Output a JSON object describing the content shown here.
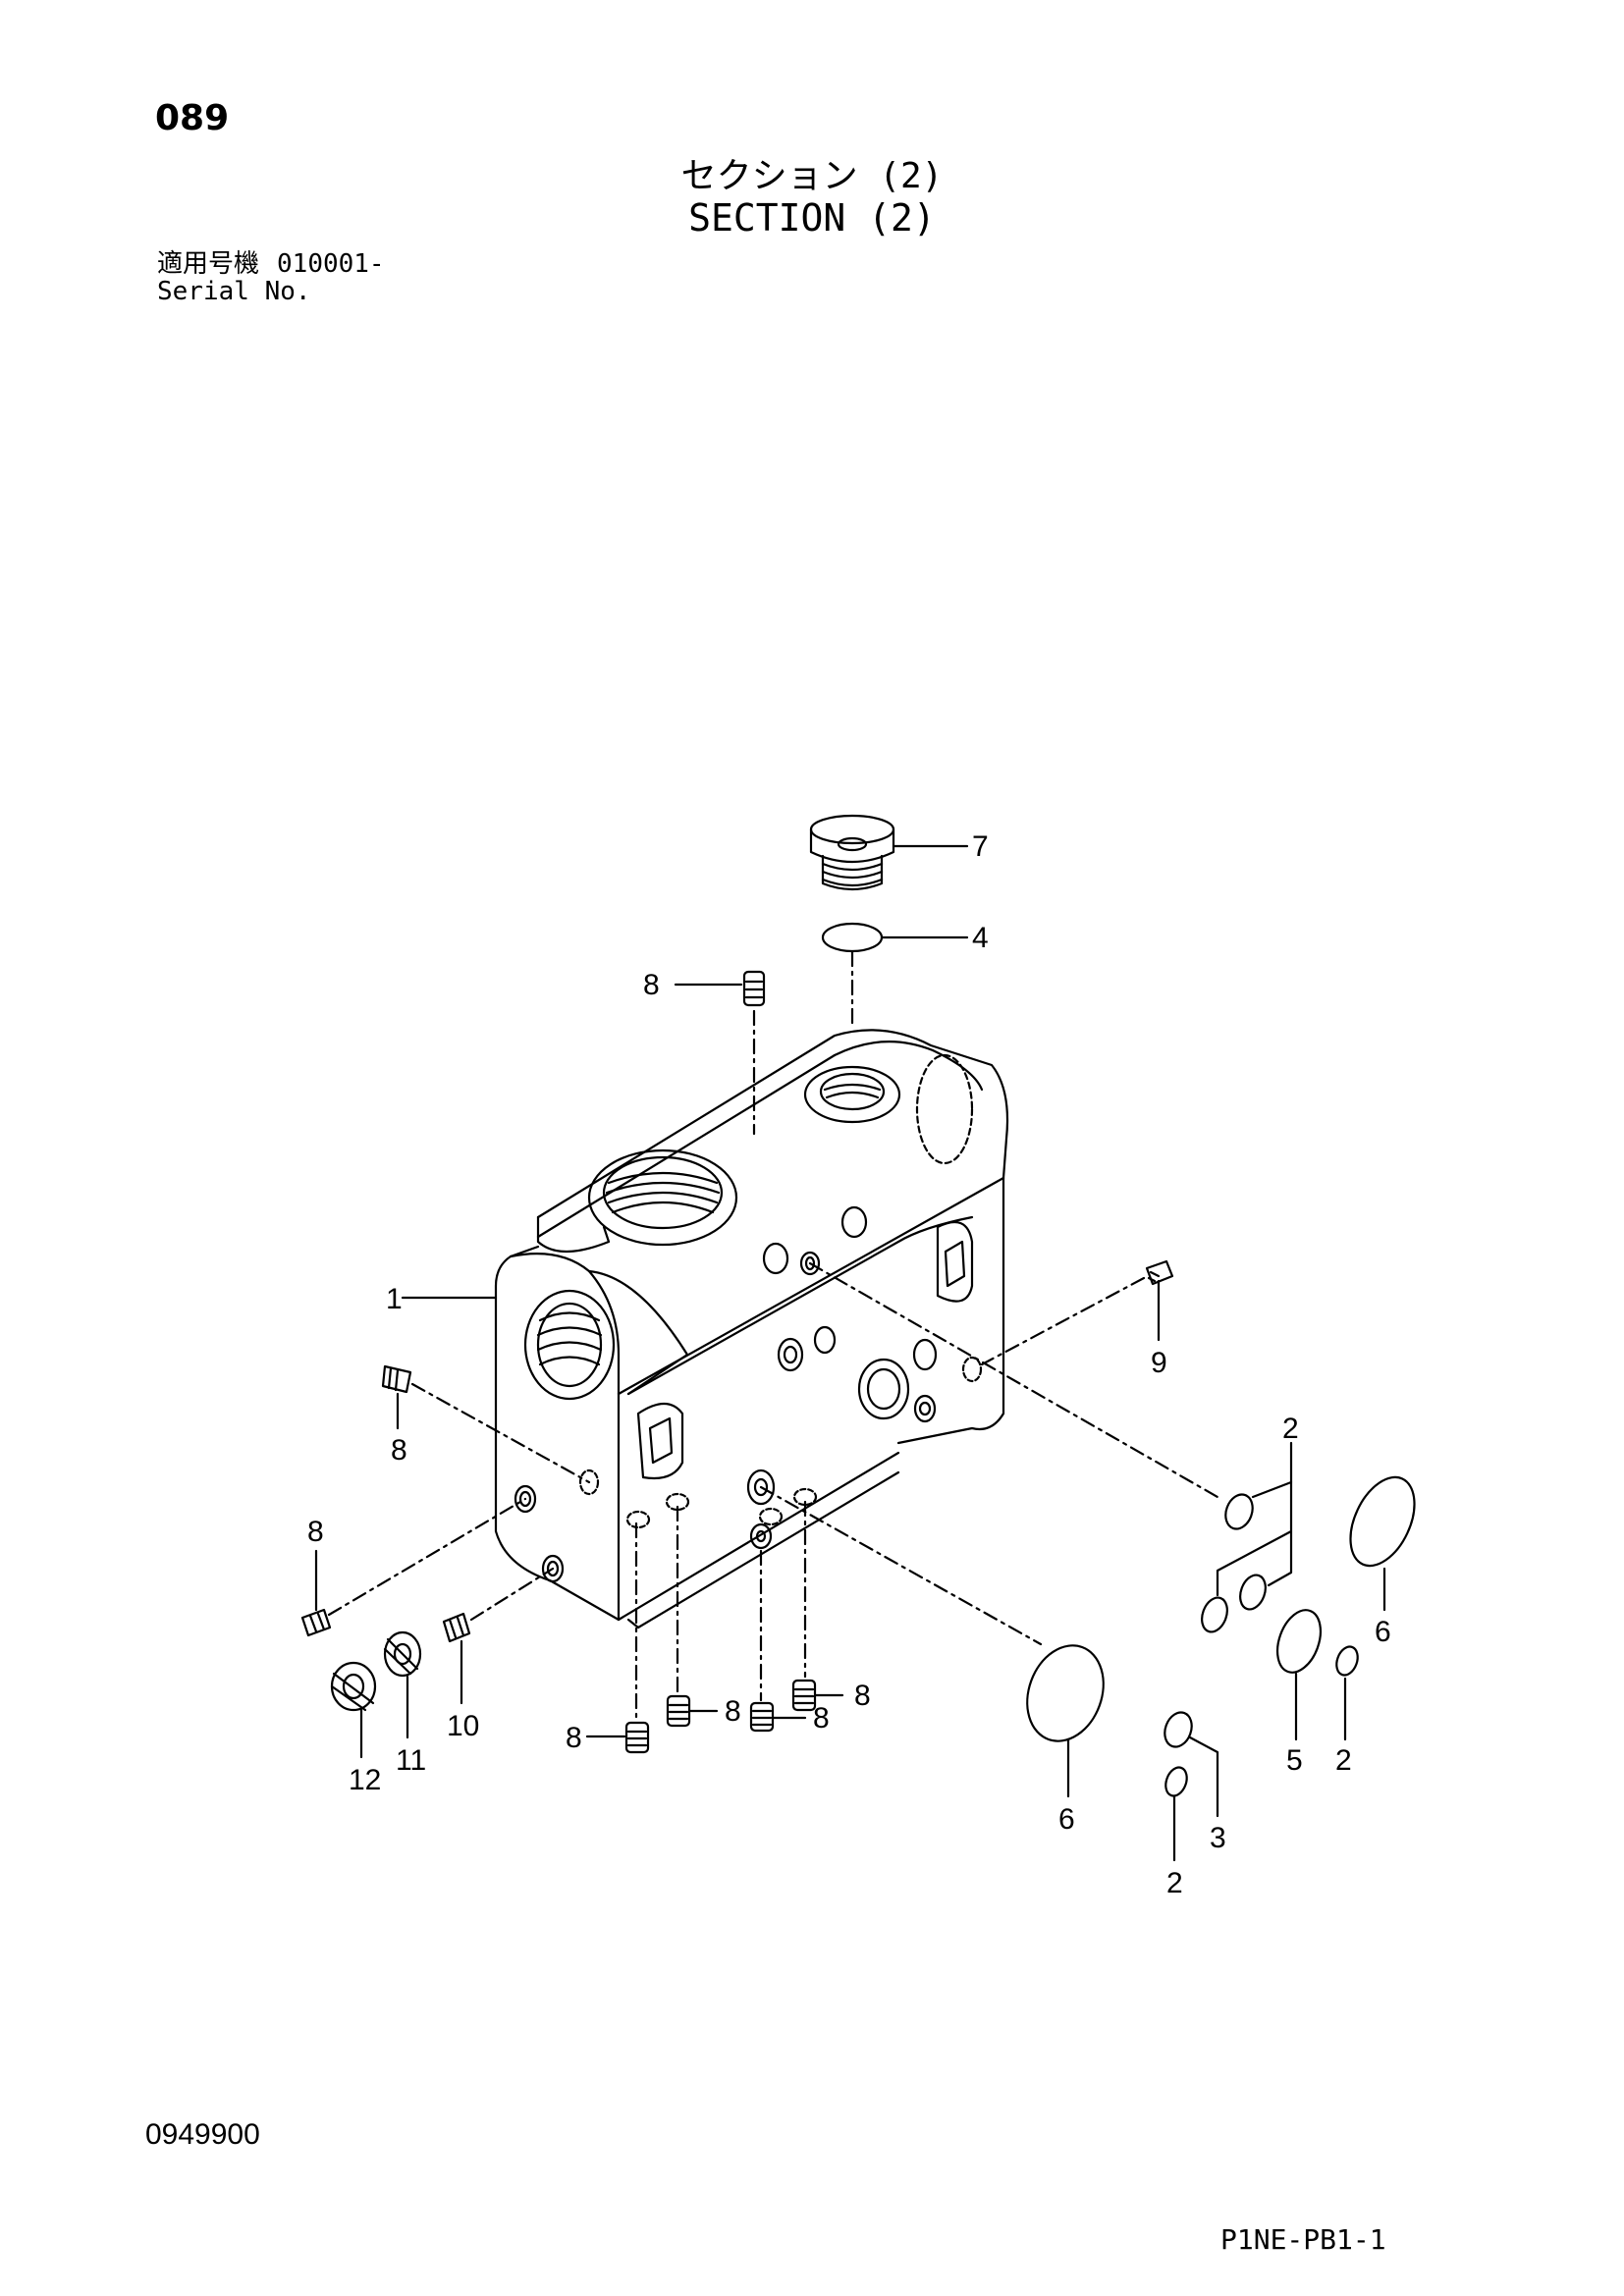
{
  "header": {
    "page_number": "089",
    "title_jp": "セクション (2)",
    "title_en": "SECTION (2)",
    "serial_label_jp": "適用号機",
    "serial_value": "010001-",
    "serial_label_en": "Serial No."
  },
  "callouts": {
    "c1": "1",
    "c2a": "2",
    "c2b": "2",
    "c2c": "2",
    "c3": "3",
    "c4": "4",
    "c5": "5",
    "c6a": "6",
    "c6b": "6",
    "c7": "7",
    "c8a": "8",
    "c8b": "8",
    "c8c": "8",
    "c8d": "8",
    "c8e": "8",
    "c8f": "8",
    "c8g": "8",
    "c9": "9",
    "c10": "10",
    "c11": "11",
    "c12": "12"
  },
  "footer": {
    "doc_number": "0949900",
    "drawing_code": "P1NE-PB1-1"
  }
}
